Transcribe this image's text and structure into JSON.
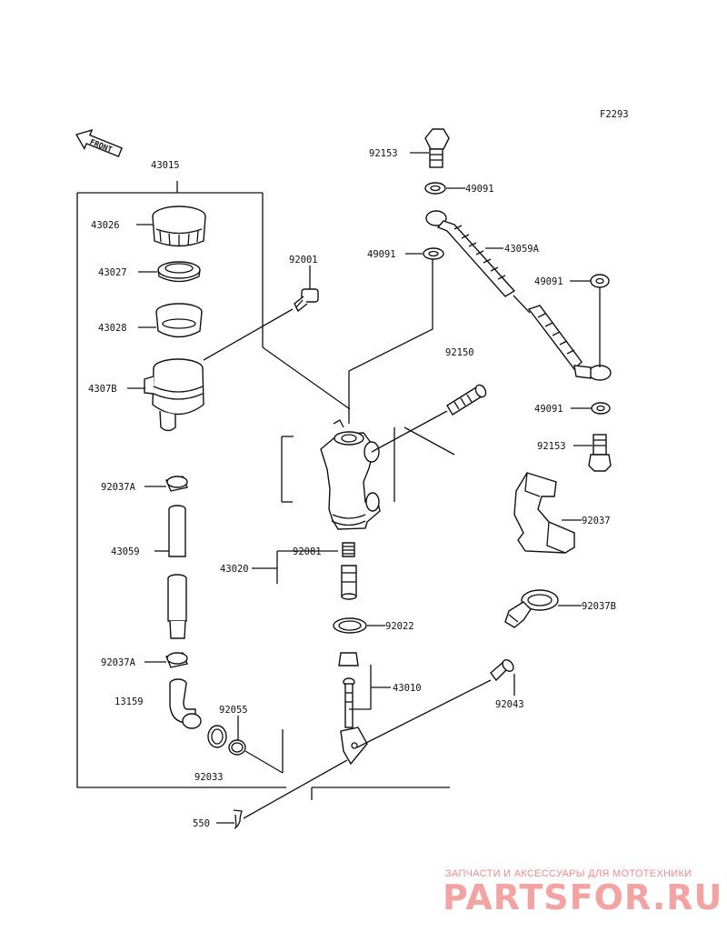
{
  "figure_code": "F2293",
  "front_label": "FRONT",
  "labels": {
    "p43015": "43015",
    "p43026": "43026",
    "p43027": "43027",
    "p43028": "43028",
    "p43078": "4307B",
    "p92037a_top": "92037A",
    "p43059": "43059",
    "p92037a_bot": "92037A",
    "p13159": "13159",
    "p92055": "92055",
    "p92033": "92033",
    "p550": "550",
    "p92001": "92001",
    "p92150": "92150",
    "p43020": "43020",
    "p92081": "92081",
    "p92022": "92022",
    "p43010": "43010",
    "p92043": "92043",
    "p92153_top": "92153",
    "p49091_a": "49091",
    "p49091_b": "49091",
    "p43059a": "43059A",
    "p49091_c": "49091",
    "p49091_d": "49091",
    "p92153_bot": "92153",
    "p92037": "92037",
    "p92037b": "92037B"
  },
  "watermark": {
    "tagline": "ЗАПЧАСТИ И АКСЕССУАРЫ ДЛЯ МОТОТЕХНИКИ",
    "brand": "PARTSFOR.RU"
  }
}
